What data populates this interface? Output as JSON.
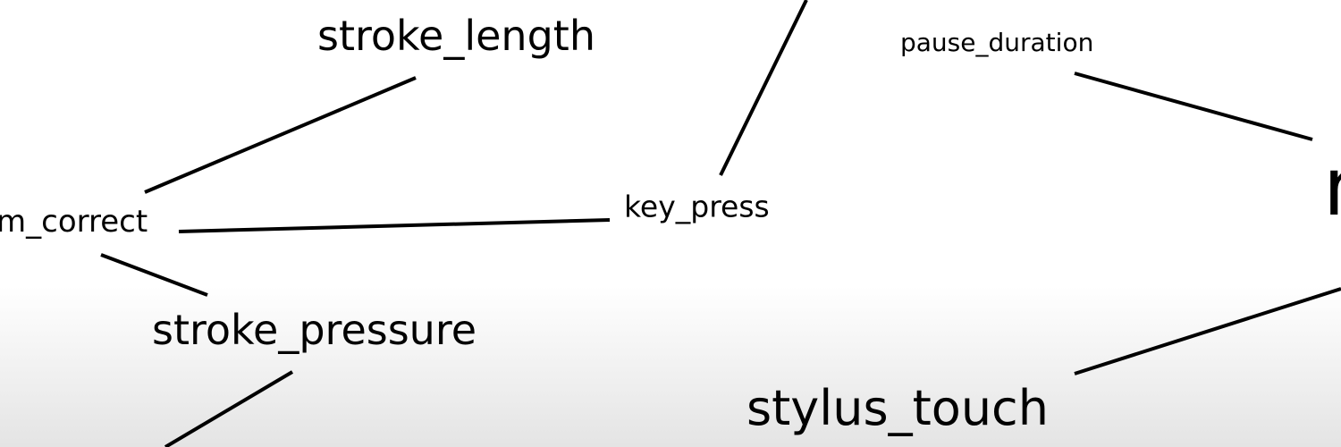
{
  "colors": {
    "background_top": "#ffffff",
    "background_bottom": "#e4e4e4",
    "edge": "#000000",
    "text": "#000000"
  },
  "nodes": {
    "stroke_length": {
      "label": "stroke_length"
    },
    "pause_duration": {
      "label": "pause_duration"
    },
    "m_correct": {
      "label": "m_correct"
    },
    "key_press": {
      "label": "key_press"
    },
    "stroke_pressure": {
      "label": "stroke_pressure"
    },
    "stylus_touch": {
      "label": "stylus_touch"
    },
    "n_partial": {
      "label": "n"
    }
  },
  "edges": [
    {
      "from": "m_correct",
      "to": "stroke_length"
    },
    {
      "from": "m_correct",
      "to": "key_press"
    },
    {
      "from": "m_correct",
      "to": "stroke_pressure"
    },
    {
      "from": "key_press",
      "to": "offscreen_top"
    },
    {
      "from": "pause_duration",
      "to": "n_partial"
    },
    {
      "from": "stylus_touch",
      "to": "offscreen_right"
    },
    {
      "from": "stroke_pressure",
      "to": "offscreen_bottom"
    }
  ]
}
